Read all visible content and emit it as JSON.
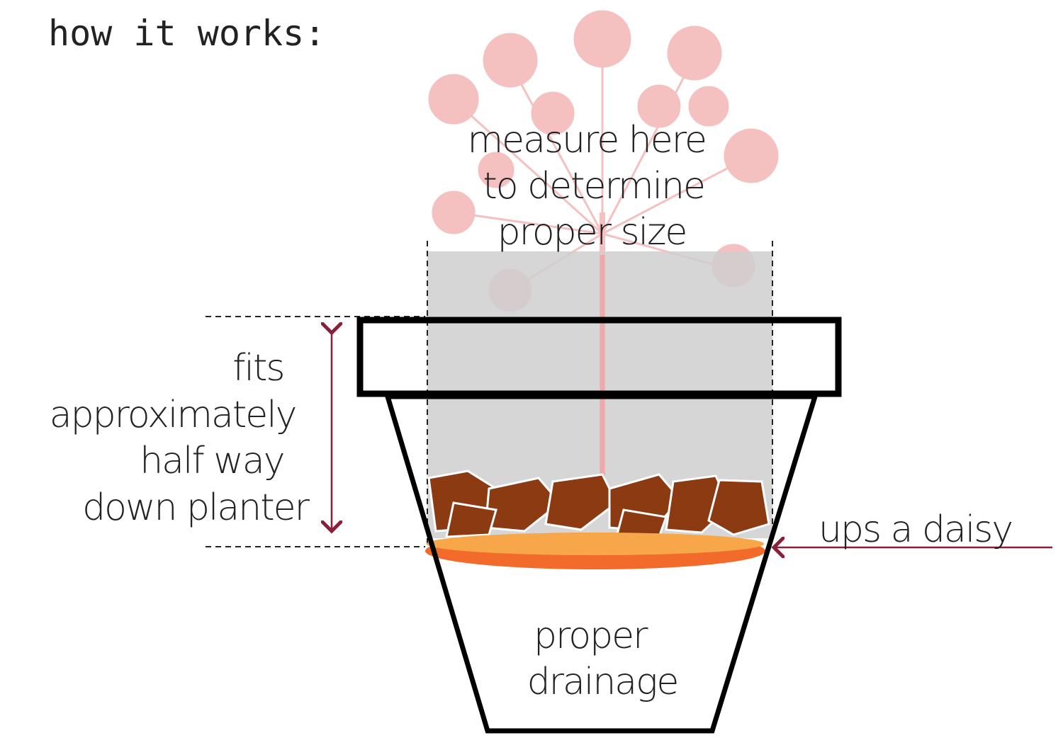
{
  "title": "how it works:",
  "labels": {
    "measure": [
      "measure here",
      "to determine",
      "proper size"
    ],
    "fits": [
      "fits",
      "approximately",
      "half way",
      "down planter"
    ],
    "daisy": "ups a daisy",
    "drainage": [
      "proper",
      "drainage"
    ]
  },
  "colors": {
    "arrow": "#8a1f3a",
    "rim": "#000000",
    "sleeve": "#d3d3d3",
    "plant": "#f4b6b6",
    "rocks": "#8b3a12",
    "saucer": "#f26b2a"
  }
}
